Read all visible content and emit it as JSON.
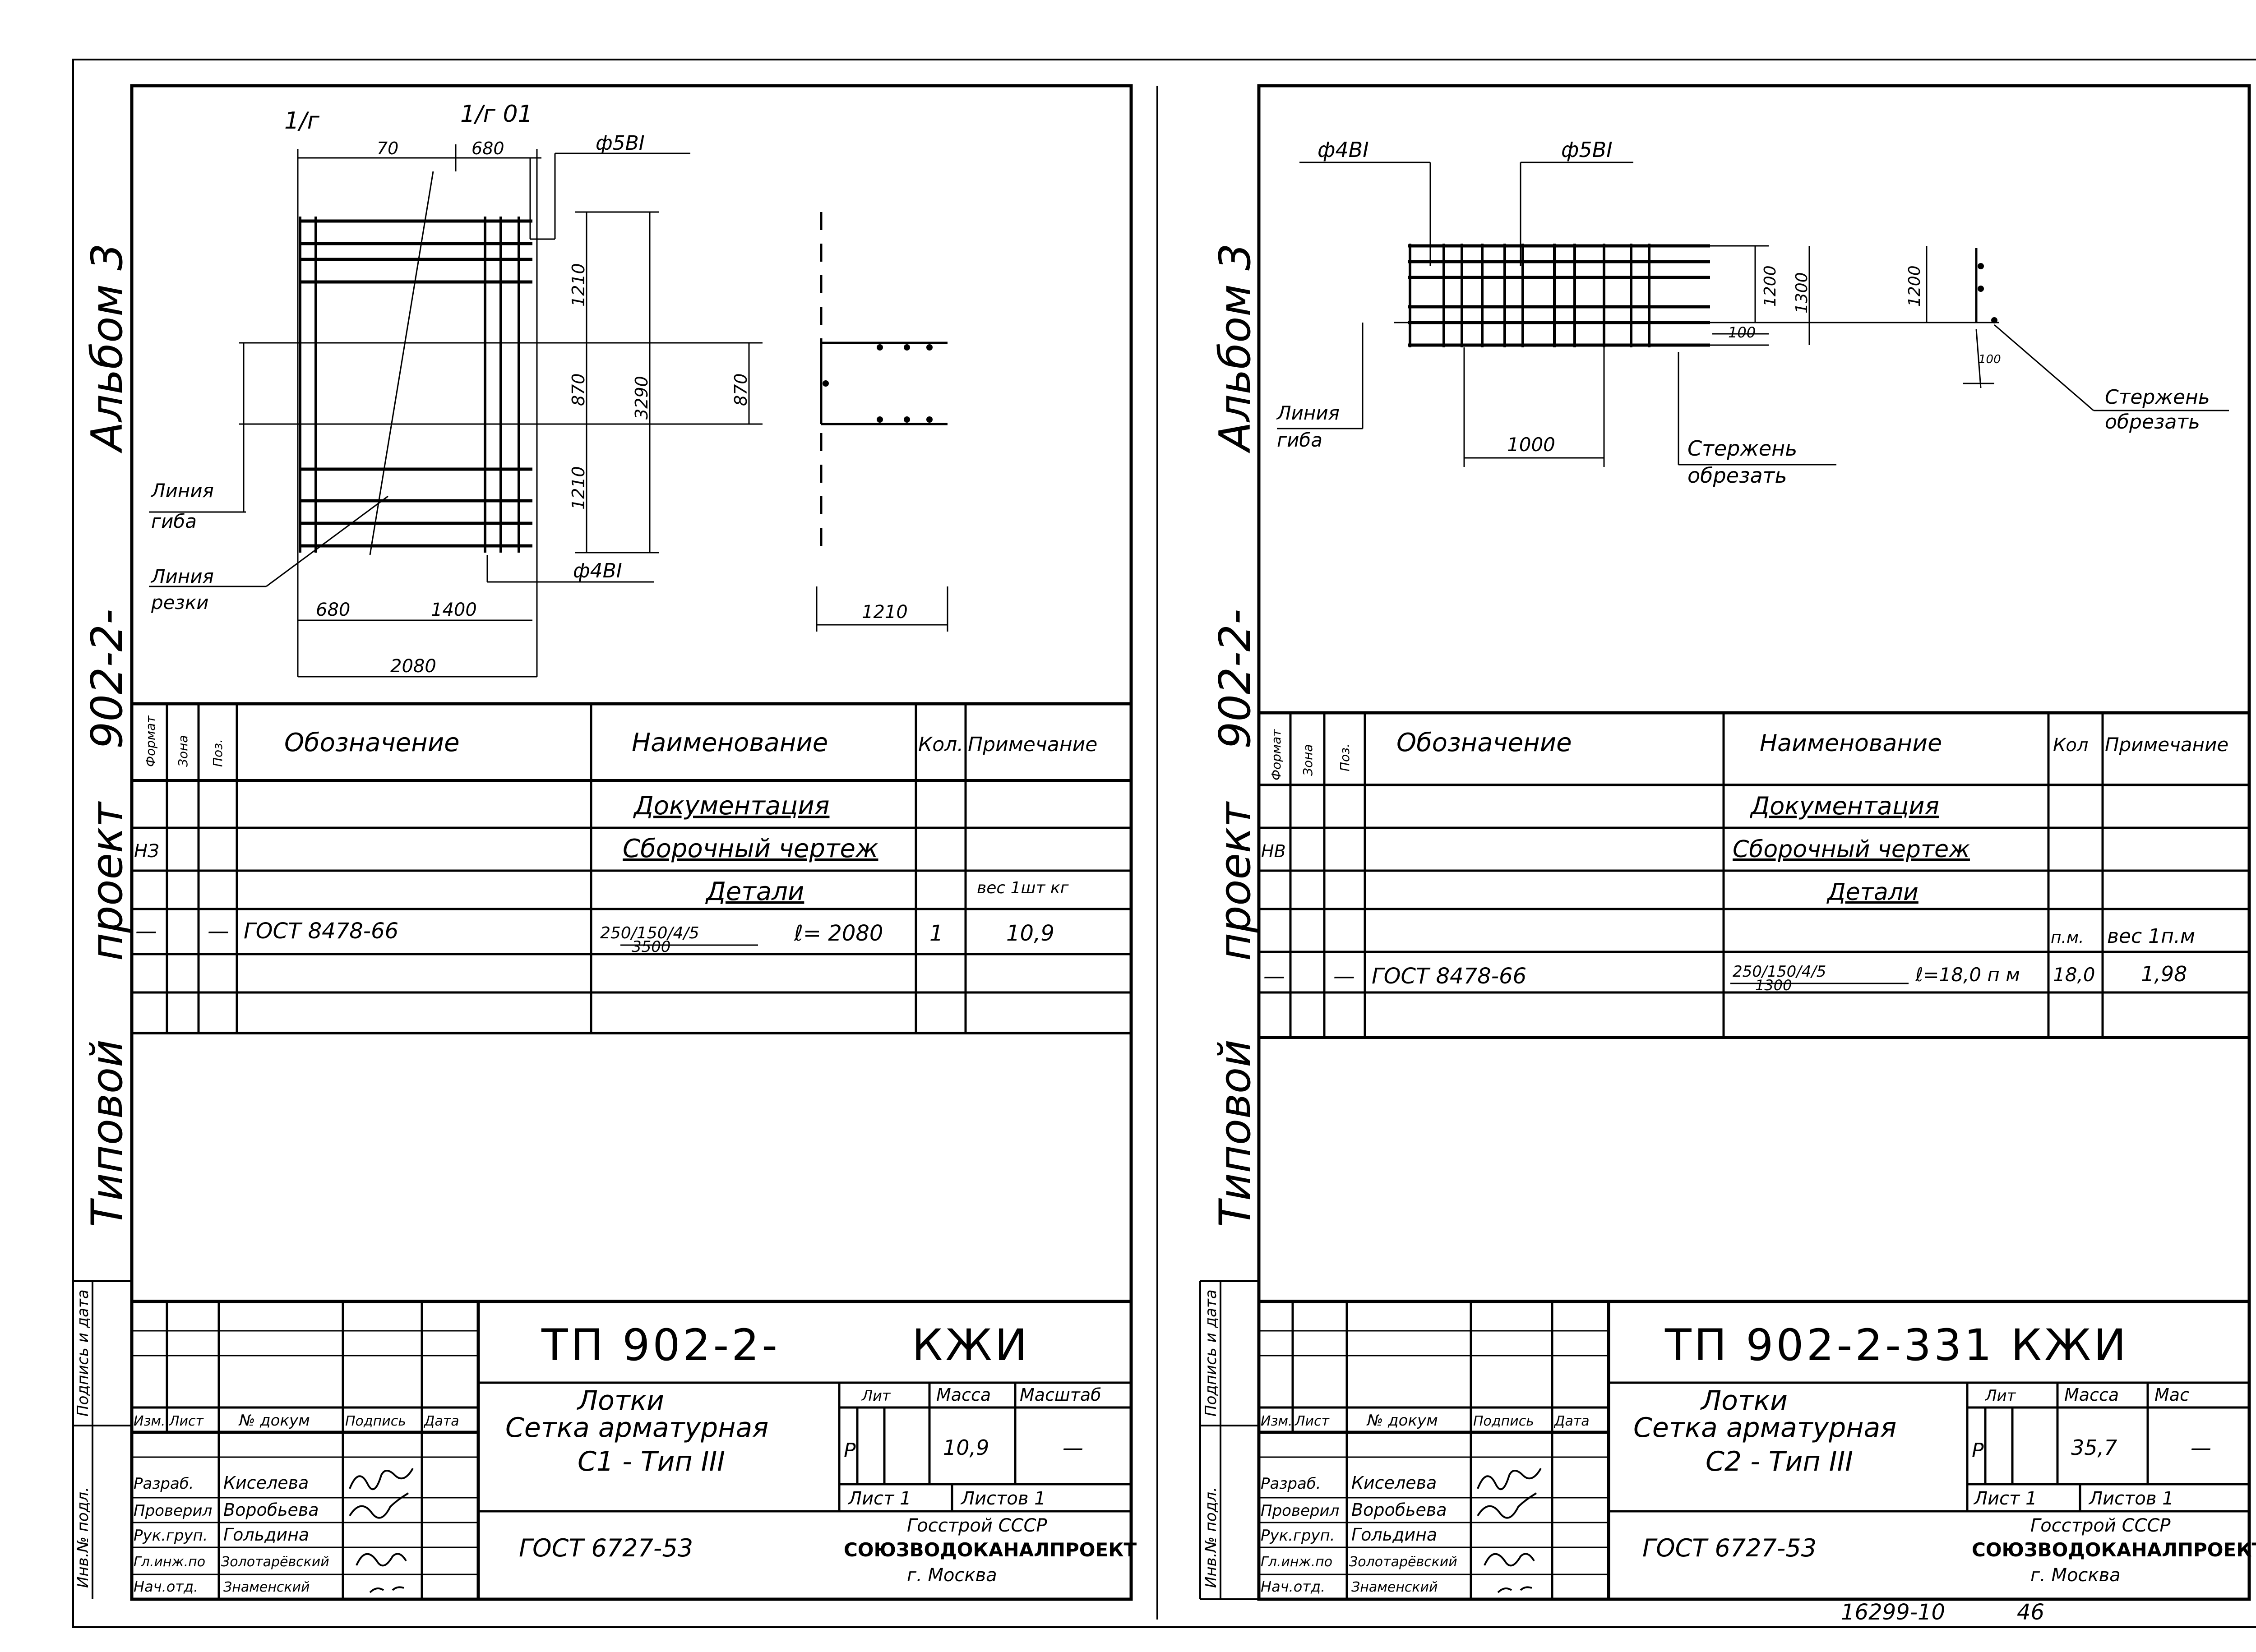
{
  "sheet_left": {
    "side_title": {
      "word1": "Типовой",
      "word2": "проект",
      "code": "902-2-",
      "album": "Альбом 3"
    },
    "drawing": {
      "axis_a": "1/г",
      "axis_b": "1/г 01",
      "dim_top_a": "70",
      "dim_top_b": "680",
      "bar_top": "ф5ВI",
      "bar_bottom": "ф4ВI",
      "dim_1210a": "1210",
      "dim_870": "870",
      "dim_3290": "3290",
      "dim_1210b": "1210",
      "dim_870b": "870",
      "dim_680": "680",
      "dim_1400": "1400",
      "dim_2080": "2080",
      "dim_section_1210": "1210",
      "bend_line_1": "Линия",
      "bend_line_2": "гиба",
      "cut_line_1": "Линия",
      "cut_line_2": "резки"
    },
    "spec": {
      "headers": {
        "format": "Формат",
        "zone": "Зона",
        "pos": "Поз.",
        "designation": "Обозначение",
        "name": "Наименование",
        "qty": "Кол.",
        "note": "Примечание"
      },
      "rows": {
        "documentation": "Документация",
        "assembly_format": "НЗ",
        "assembly": "Сборочный чертеж",
        "details": "Детали",
        "details_note": "вес 1шт кг",
        "item_format": "—",
        "item_pos": "—",
        "item_designation": "ГОСТ 8478-66",
        "item_name_top": "250/150/4/5",
        "item_name_bottom": "3500",
        "item_length": "ℓ= 2080",
        "item_qty": "1",
        "item_note": "10,9"
      }
    },
    "title_block": {
      "code": "ТП 902-2-        КЖИ",
      "title_1": "Лотки",
      "title_2": "Сетка арматурная",
      "title_3": "С1 - Тип III",
      "lit_label": "Лит",
      "mass_label": "Масса",
      "scale_label": "Масштаб",
      "lit_value": "Р",
      "mass_value": "10,9",
      "scale_value": "—",
      "sheet": "Лист 1",
      "sheets": "Листов 1",
      "gost": "ГОСТ 6727-53",
      "org_1": "Госстрой СССР",
      "org_2": "СОЮЗВОДОКАНАЛПРОЕКТ",
      "org_3": "г. Москва",
      "cols": {
        "izm": "Изм.",
        "list": "Лист",
        "doc": "№ докум",
        "sign": "Подпись",
        "date": "Дата"
      },
      "people": [
        {
          "role": "Разраб.",
          "name": "Киселева"
        },
        {
          "role": "Проверил",
          "name": "Воробьева"
        },
        {
          "role": "Рук.груп.",
          "name": "Гольдина"
        },
        {
          "role": "Гл.инж.по",
          "name": "Золотарёвский"
        },
        {
          "role": "Нач.отд.",
          "name": "Знаменский"
        }
      ],
      "stamp_1": "Подпись и дата",
      "stamp_2": "Инв.№ подл."
    }
  },
  "sheet_right": {
    "side_title": {
      "word1": "Типовой",
      "word2": "проект",
      "code": "902-2-",
      "album": "Альбом 3"
    },
    "drawing": {
      "bar_a": "ф4ВI",
      "bar_b": "ф5ВI",
      "dim_1200a": "1200",
      "dim_1300": "1300",
      "dim_1200b": "1200",
      "dim_100a": "100",
      "dim_100b": "100",
      "dim_1000": "1000",
      "bend_line_1": "Линия",
      "bend_line_2": "гиба",
      "cut_1a": "Стержень",
      "cut_1b": "обрезать",
      "cut_2a": "Стержень",
      "cut_2b": "обрезать"
    },
    "spec": {
      "headers": {
        "format": "Формат",
        "zone": "Зона",
        "pos": "Поз.",
        "designation": "Обозначение",
        "name": "Наименование",
        "qty": "Кол",
        "note": "Примечание"
      },
      "rows": {
        "documentation": "Документация",
        "assembly_format": "НВ",
        "assembly": "Сборочный чертеж",
        "details": "Детали",
        "unit": "п.м.",
        "unit_note": "вес 1п.м",
        "item_format": "—",
        "item_pos": "—",
        "item_designation": "ГОСТ 8478-66",
        "item_name_top": "250/150/4/5",
        "item_name_bottom": "1300",
        "item_length": "ℓ=18,0 п м",
        "item_qty": "18,0",
        "item_note": "1,98"
      }
    },
    "title_block": {
      "code": "ТП 902-2-331 КЖИ",
      "title_1": "Лотки",
      "title_2": "Сетка арматурная",
      "title_3": "С2 - Тип III",
      "lit_label": "Лит",
      "mass_label": "Масса",
      "scale_label": "Мас",
      "lit_value": "Р",
      "mass_value": "35,7",
      "scale_value": "—",
      "sheet": "Лист 1",
      "sheets": "Листов 1",
      "gost": "ГОСТ 6727-53",
      "org_1": "Госстрой СССР",
      "org_2": "СОЮЗВОДОКАНАЛПРОЕКТ",
      "org_3": "г. Москва",
      "cols": {
        "izm": "Изм.",
        "list": "Лист",
        "doc": "№ докум",
        "sign": "Подпись",
        "date": "Дата"
      },
      "people": [
        {
          "role": "Разраб.",
          "name": "Киселева"
        },
        {
          "role": "Проверил",
          "name": "Воробьева"
        },
        {
          "role": "Рук.груп.",
          "name": "Гольдина"
        },
        {
          "role": "Гл.инж.по",
          "name": "Золотарёвский"
        },
        {
          "role": "Нач.отд.",
          "name": "Знаменский"
        }
      ],
      "stamp_1": "Подпись и дата",
      "stamp_2": "Инв.№ подл."
    }
  },
  "footer": {
    "archive_no": "16299-10",
    "page": "46"
  }
}
